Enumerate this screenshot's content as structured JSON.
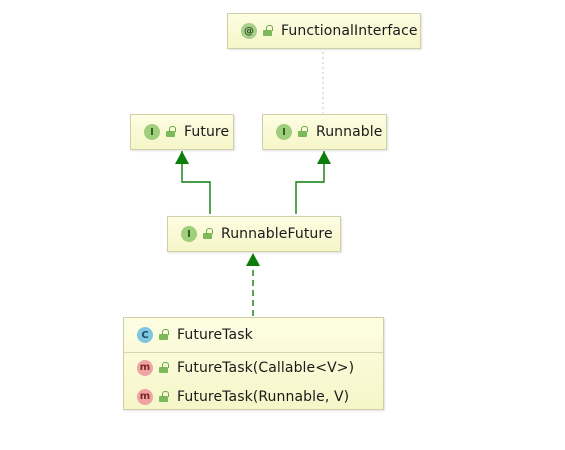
{
  "nodes": {
    "functional_interface": {
      "kind": "annotation",
      "badge": "@",
      "label": "FunctionalInterface"
    },
    "future": {
      "kind": "interface",
      "badge": "I",
      "label": "Future"
    },
    "runnable": {
      "kind": "interface",
      "badge": "I",
      "label": "Runnable"
    },
    "runnable_future": {
      "kind": "interface",
      "badge": "I",
      "label": "RunnableFuture"
    },
    "future_task": {
      "kind": "class",
      "badge": "C",
      "label": "FutureTask",
      "members": [
        {
          "badge": "m",
          "label": "FutureTask(Callable<V>)"
        },
        {
          "badge": "m",
          "label": "FutureTask(Runnable, V)"
        }
      ]
    }
  },
  "edges": [
    {
      "from": "runnable_future",
      "to": "future",
      "style": "extends"
    },
    {
      "from": "runnable_future",
      "to": "runnable",
      "style": "extends"
    },
    {
      "from": "future_task",
      "to": "runnable_future",
      "style": "implements"
    },
    {
      "from": "runnable",
      "to": "functional_interface",
      "style": "annotated"
    }
  ],
  "colors": {
    "inheritance": "#0a7d0a",
    "annotation_link": "#c9c9a0",
    "node_border": "#cfcfa8"
  }
}
